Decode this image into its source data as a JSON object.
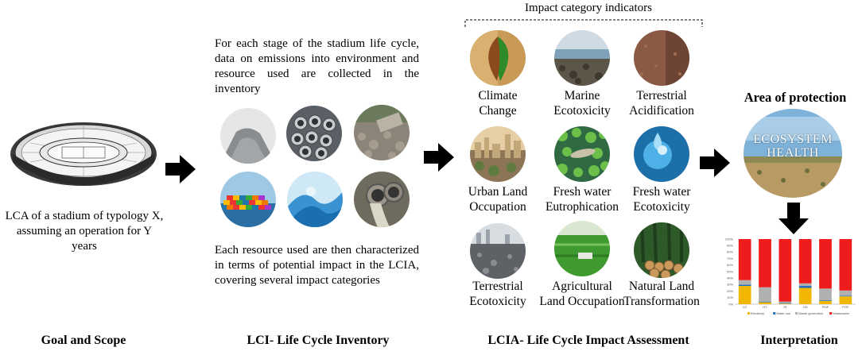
{
  "goal": {
    "description": "LCA of a stadium of typology X, assuming an operation for Y years",
    "stage_label": "Goal and Scope",
    "image_icon": "stadium-illustration"
  },
  "lci": {
    "intro": "For each stage of the stadium life cycle, data on emissions into environment and resource used are collected in the inventory",
    "outro": "Each resource used are then characterized in terms of potential impact in the LCIA, covering several impact categories",
    "stage_label": "LCI- Life Cycle Inventory",
    "images": [
      "cement-photo",
      "steel-pipes-photo",
      "gravel-photo",
      "container-ship-photo",
      "water-photo",
      "waste-pipe-photo"
    ]
  },
  "lcia": {
    "header": "Impact category indicators",
    "stage_label": "LCIA- Life Cycle Impact Assessment",
    "categories": [
      {
        "label": "Climate\nChange",
        "icon": "leaf-photo"
      },
      {
        "label": "Marine\nEcotoxicity",
        "icon": "polluted-shore-photo"
      },
      {
        "label": "Terrestrial\nAcidification",
        "icon": "soil-photo"
      },
      {
        "label": "Urban Land\nOccupation",
        "icon": "city-photo"
      },
      {
        "label": "Fresh water\nEutrophication",
        "icon": "algae-water-photo"
      },
      {
        "label": "Fresh water\nEcotoxicity",
        "icon": "water-drop-photo"
      },
      {
        "label": "Terrestrial\nEcotoxicity",
        "icon": "polluted-land-photo"
      },
      {
        "label": "Agricultural\nLand Occupation",
        "icon": "farmland-photo"
      },
      {
        "label": "Natural Land\nTransformation",
        "icon": "timber-photo"
      }
    ]
  },
  "interpretation": {
    "area_title": "Area of protection",
    "badge_text": "ECOSYSTEM\nHEALTH",
    "stage_label": "Interpretation",
    "chart_data": {
      "type": "bar",
      "stacked": true,
      "categories": [
        "CC",
        "HT",
        "IR",
        "OD",
        "PMF",
        "POF"
      ],
      "y_ticks": [
        "0%",
        "10%",
        "20%",
        "30%",
        "40%",
        "50%",
        "60%",
        "70%",
        "80%",
        "90%",
        "100%"
      ],
      "ylim": [
        0,
        100
      ],
      "series": [
        {
          "name": "Electricity",
          "color": "#f2b705",
          "values": [
            28,
            3,
            1,
            25,
            5,
            12
          ]
        },
        {
          "name": "Water use",
          "color": "#1f6fbf",
          "values": [
            2,
            1,
            1,
            3,
            1,
            1
          ]
        },
        {
          "name": "Waste generation",
          "color": "#b0b0b0",
          "values": [
            7,
            22,
            2,
            4,
            18,
            8
          ]
        },
        {
          "name": "Wastewater",
          "color": "#ee1c1c",
          "values": [
            63,
            74,
            96,
            68,
            76,
            79
          ]
        }
      ]
    }
  },
  "colors": {
    "arrow": "#000000"
  }
}
